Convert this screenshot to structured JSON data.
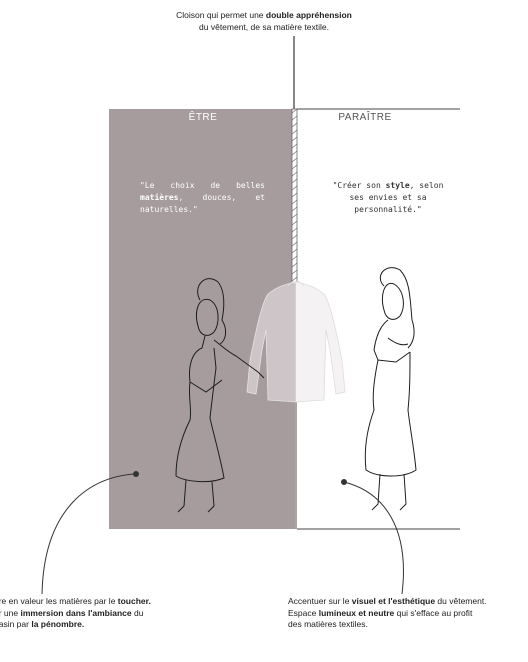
{
  "diagram": {
    "top_note": {
      "line1_a": "Cloison qui permet une ",
      "line1_b": "double appréhension",
      "line2": "du vêtement, de sa matière textile."
    },
    "labels": {
      "etre": "ÊTRE",
      "paraitre": "PARAÎTRE"
    },
    "quotes": {
      "etre_a": "\"Le choix de belles ",
      "etre_b": "matières",
      "etre_c": ", douces, et naturelles.\"",
      "paraitre_a": "\"Créer son ",
      "paraitre_b": "style",
      "paraitre_c": ", selon ses envies et sa personnalité.\""
    },
    "left_note": {
      "l1_a": "ttre en valeur les matières par le ",
      "l1_b": "toucher.",
      "l2_a": "er une ",
      "l2_b": "immersion dans l'ambiance",
      "l2_c": " du",
      "l3_a": "gasin par ",
      "l3_b": "la pénombre."
    },
    "right_note": {
      "l1_a": "Accentuer sur le ",
      "l1_b": "visuel et l'esthétique",
      "l1_c": " du vêtement.",
      "l2_a": "Espace ",
      "l2_b": "lumineux et neutre",
      "l2_c": " qui s'efface au profit",
      "l3": "des matières textiles."
    },
    "colors": {
      "dark_zone": "#a69c9e",
      "line": "#444444",
      "light_text": "#ffffff"
    }
  }
}
